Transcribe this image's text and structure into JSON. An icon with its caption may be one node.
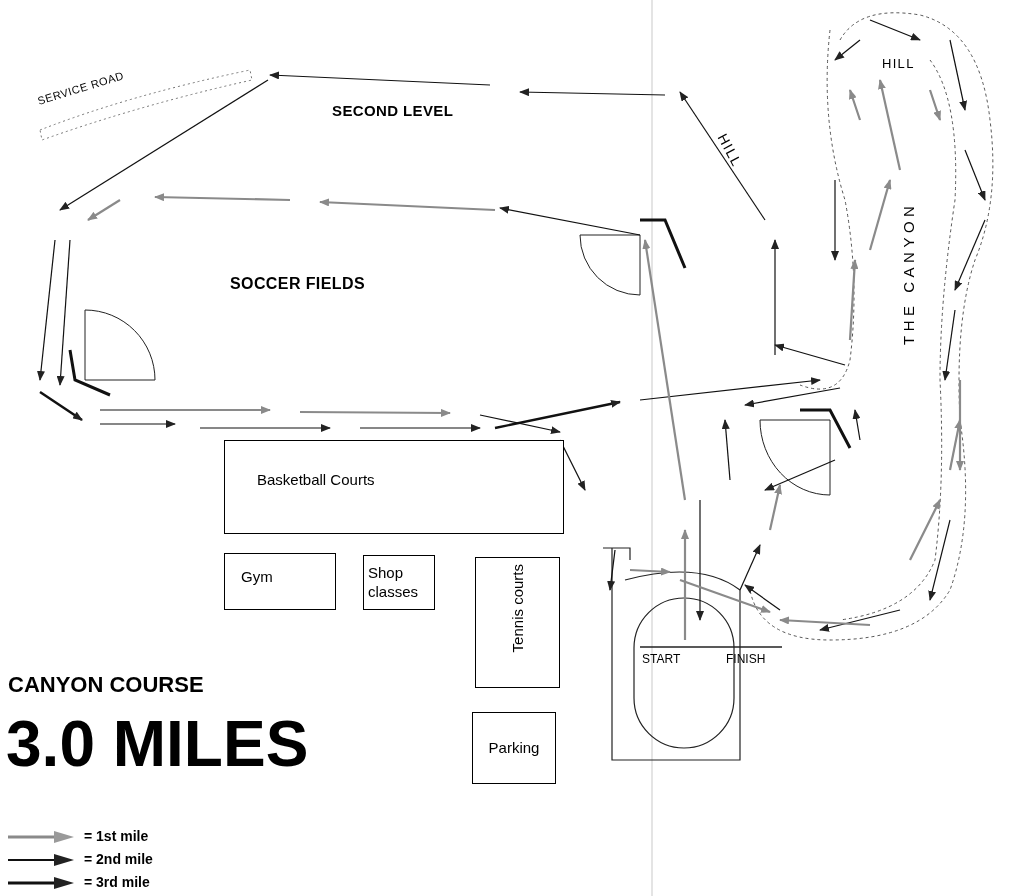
{
  "diagram": {
    "title": "CANYON COURSE",
    "nodes": [
      {
        "text": [
          "Basketball Courts"
        ]
      },
      {
        "text": [
          "Gym"
        ]
      },
      {
        "text": [
          "Shop classes"
        ]
      },
      {
        "text": [
          "Tennis courts"
        ]
      },
      {
        "text": [
          "Parking"
        ]
      }
    ],
    "labels": [
      "SERVICE ROAD",
      "SECOND LEVEL",
      "HILL",
      "HILL",
      "THE CANYON",
      "SOCCER FIELDS",
      "START",
      "FINISH",
      "3.0 MILES"
    ],
    "legend": [
      {
        "text": "= 1st mile"
      },
      {
        "text": "= 2nd mile"
      },
      {
        "text": "= 3rd mile"
      }
    ]
  }
}
